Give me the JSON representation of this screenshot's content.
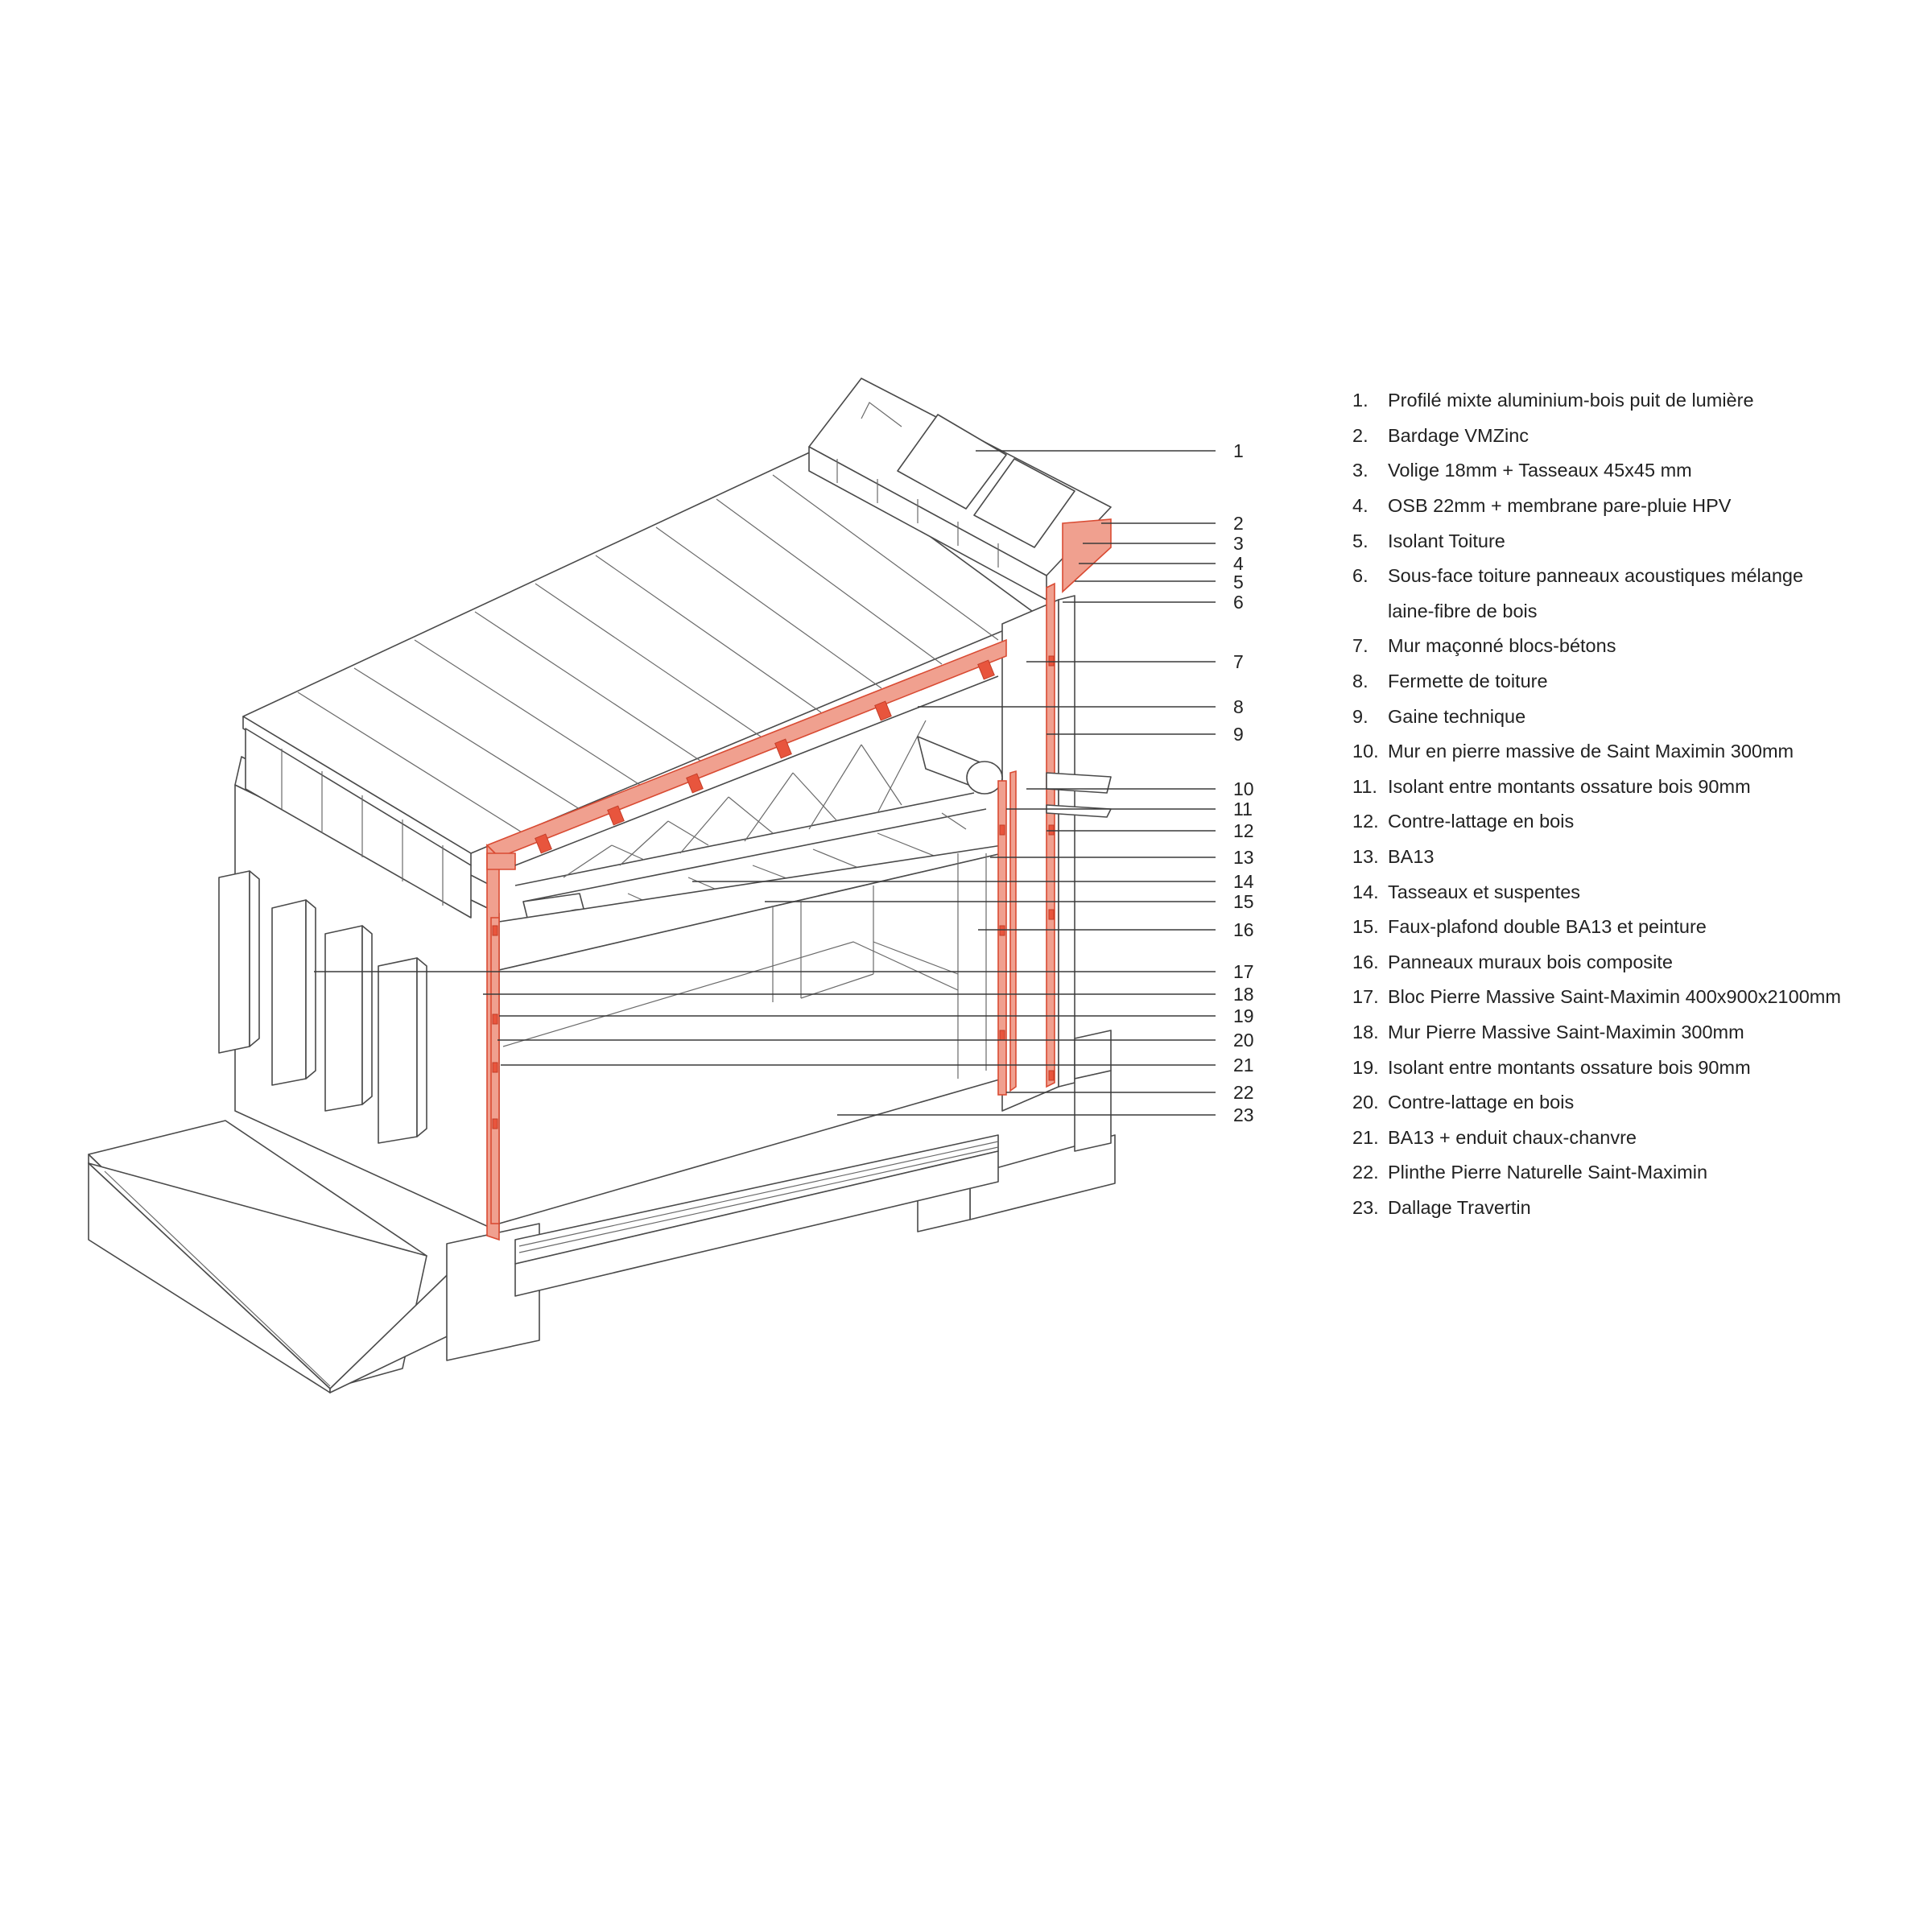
{
  "legend": [
    {
      "num": "1.",
      "text": "Profilé mixte aluminium-bois puit de lumière"
    },
    {
      "num": "2.",
      "text": "Bardage VMZinc"
    },
    {
      "num": "3.",
      "text": "Volige 18mm + Tasseaux 45x45 mm"
    },
    {
      "num": "4.",
      "text": "OSB 22mm  + membrane pare-pluie HPV"
    },
    {
      "num": "5.",
      "text": "Isolant Toiture"
    },
    {
      "num": "6.",
      "text": "Sous-face toiture panneaux acoustiques mélange",
      "cont": "laine-fibre de bois"
    },
    {
      "num": "7.",
      "text": "Mur maçonné blocs-bétons"
    },
    {
      "num": "8.",
      "text": "Fermette de toiture"
    },
    {
      "num": "9.",
      "text": "Gaine technique"
    },
    {
      "num": "10.",
      "text": "Mur en pierre massive de Saint Maximin 300mm"
    },
    {
      "num": "11.",
      "text": "Isolant entre montants ossature bois 90mm"
    },
    {
      "num": "12.",
      "text": "Contre-lattage en bois"
    },
    {
      "num": "13.",
      "text": "BA13"
    },
    {
      "num": "14.",
      "text": "Tasseaux et suspentes"
    },
    {
      "num": "15.",
      "text": "Faux-plafond double BA13 et peinture"
    },
    {
      "num": "16.",
      "text": "Panneaux muraux bois composite"
    },
    {
      "num": "17.",
      "text": "Bloc Pierre Massive Saint-Maximin 400x900x2100mm"
    },
    {
      "num": "18.",
      "text": "Mur Pierre Massive Saint-Maximin 300mm"
    },
    {
      "num": "19.",
      "text": "Isolant entre montants ossature bois 90mm"
    },
    {
      "num": "20.",
      "text": "Contre-lattage en bois"
    },
    {
      "num": "21.",
      "text": "BA13 + enduit chaux-chanvre"
    },
    {
      "num": "22.",
      "text": "Plinthe Pierre Naturelle Saint-Maximin"
    },
    {
      "num": "23.",
      "text": "Dallage Travertin"
    }
  ],
  "callouts": [
    "1",
    "2",
    "3",
    "4",
    "5",
    "6",
    "7",
    "8",
    "9",
    "10",
    "11",
    "12",
    "13",
    "14",
    "15",
    "16",
    "17",
    "18",
    "19",
    "20",
    "21",
    "22",
    "23"
  ],
  "colors": {
    "insulation": "#f0a08f",
    "insulation_edge": "#d94b33",
    "line": "#4a4a4a"
  }
}
